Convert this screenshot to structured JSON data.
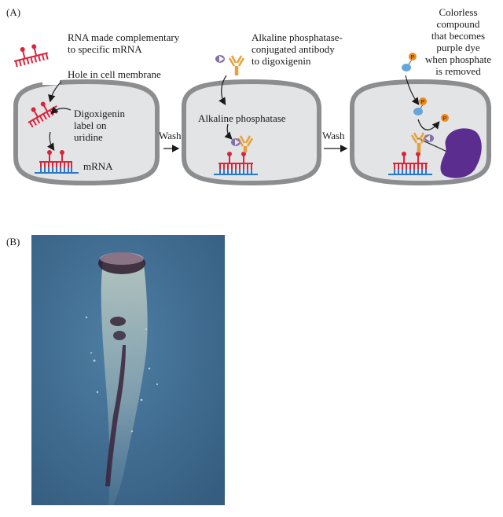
{
  "panel_a": {
    "label": "(A)",
    "rna_probe": "RNA made complementary\nto specific mRNA",
    "hole": "Hole in cell membrane",
    "dig_label": "Digoxigenin\nlabel on\nuridine",
    "mrna": "mRNA",
    "wash1": "Wash",
    "antibody": "Alkaline phosphatase-\nconjugated antibody\nto digoxigenin",
    "alk_phos": "Alkaline phosphatase",
    "wash2": "Wash",
    "compound": "Colorless\ncompound\nthat becomes\npurple dye\nwhen phosphate\nis removed",
    "phosphate_symbol": "P",
    "colors": {
      "cell_fill": "#e3e4e6",
      "cell_border": "#8c8d8f",
      "rna_red": "#d9253b",
      "mrna_blue": "#2b78c4",
      "antibody_orange": "#e7a13a",
      "enzyme_purple": "#8470a8",
      "dye_purple": "#5b2d8e",
      "phosphate_orange": "#f08a1e",
      "compound_blue": "#64a6dc"
    }
  },
  "panel_b": {
    "label": "(B)",
    "colors": {
      "background": "#3f6a8e",
      "stain": "#2f1a2e"
    }
  }
}
